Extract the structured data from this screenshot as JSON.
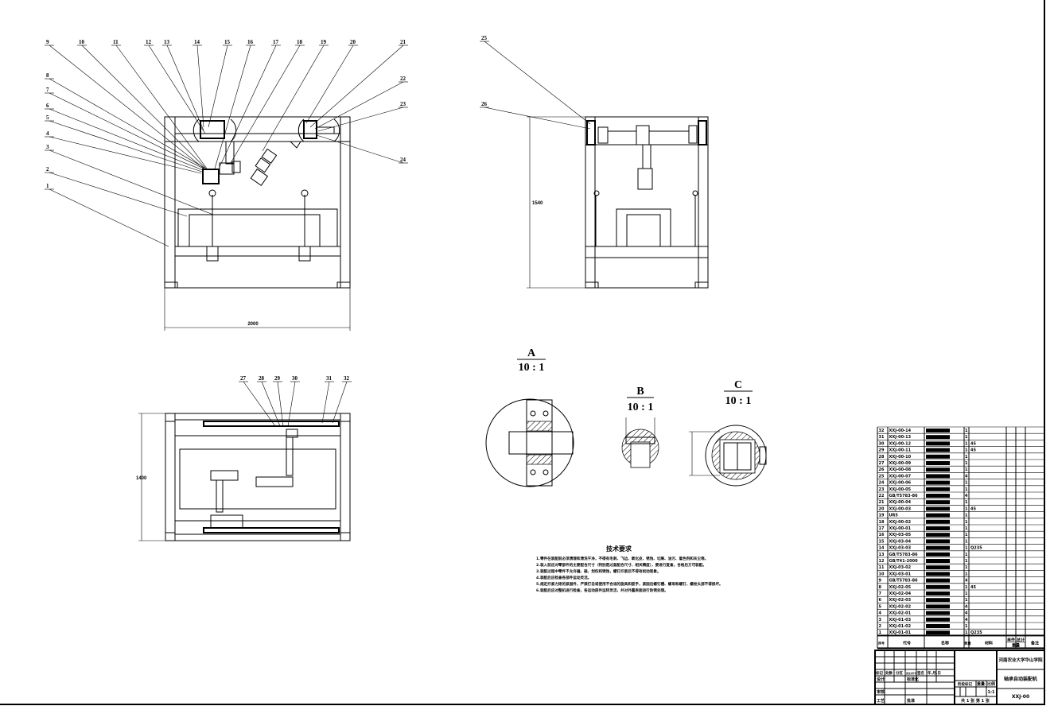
{
  "views": {
    "front": {
      "balloons": [
        "1",
        "2",
        "3",
        "4",
        "5",
        "6",
        "7",
        "8",
        "9",
        "10",
        "11",
        "12",
        "13",
        "14",
        "15",
        "16",
        "17",
        "18",
        "19",
        "20",
        "21",
        "22",
        "23",
        "24"
      ],
      "width_dim": "2000"
    },
    "side": {
      "balloons": [
        "25",
        "26"
      ],
      "height_dim": "1540"
    },
    "top": {
      "balloons": [
        "27",
        "28",
        "29",
        "30",
        "31",
        "32"
      ],
      "depth_dim": "1400"
    }
  },
  "details": [
    {
      "label": "A",
      "scale": "10 : 1"
    },
    {
      "label": "B",
      "scale": "10 : 1"
    },
    {
      "label": "C",
      "scale": "10 : 1"
    }
  ],
  "tech_requirements": {
    "title": "技术要求",
    "lines": [
      "1.零件在装配前必须清理和清洗干净，不得有毛刺、飞边、氧化皮、锈蚀、切屑、油污、着色剂和灰尘等。",
      "2.装入前应对零部件的主要配合尺寸（特别是过盈配合尺寸、相关精度），要进行复查，合格后方可装配。",
      "3.装配过程中零件不允许磕、碰、划伤和锈蚀，螺钉拧紧后不得有松动现象。",
      "4.装配后应检查各部件运动灵活。",
      "5.规定拧紧力矩的紧固件，严禁打击或使用不合适的旋具和扳手，紧固后螺钉槽、螺母和螺钉、螺栓头部不得损坏。",
      "6.装配后应对整机进行检查，各运动部件运转灵活，并对外露表面进行防锈处理。"
    ]
  },
  "parts_list": {
    "rows": [
      {
        "no": "32",
        "code": "XXJ-00-14",
        "qty": "1",
        "mat": ""
      },
      {
        "no": "31",
        "code": "XXJ-00-13",
        "qty": "1",
        "mat": ""
      },
      {
        "no": "30",
        "code": "XXJ-00-12",
        "qty": "1",
        "mat": "45"
      },
      {
        "no": "29",
        "code": "XXJ-00-11",
        "qty": "1",
        "mat": "45"
      },
      {
        "no": "28",
        "code": "XXJ-00-10",
        "qty": "1",
        "mat": ""
      },
      {
        "no": "27",
        "code": "XXJ-00-09",
        "qty": "1",
        "mat": ""
      },
      {
        "no": "26",
        "code": "XXJ-00-08",
        "qty": "1",
        "mat": ""
      },
      {
        "no": "25",
        "code": "XXJ-00-07",
        "qty": "4",
        "mat": ""
      },
      {
        "no": "24",
        "code": "XXJ-00-06",
        "qty": "1",
        "mat": ""
      },
      {
        "no": "23",
        "code": "XXJ-00-05",
        "qty": "1",
        "mat": ""
      },
      {
        "no": "22",
        "code": "GB/T5783-86",
        "qty": "4",
        "mat": ""
      },
      {
        "no": "21",
        "code": "XXJ-00-04",
        "qty": "1",
        "mat": ""
      },
      {
        "no": "20",
        "code": "XXJ-00-03",
        "qty": "1",
        "mat": "45"
      },
      {
        "no": "19",
        "code": "UR5",
        "qty": "1",
        "mat": ""
      },
      {
        "no": "18",
        "code": "XXJ-00-02",
        "qty": "1",
        "mat": ""
      },
      {
        "no": "17",
        "code": "XXJ-00-01",
        "qty": "1",
        "mat": ""
      },
      {
        "no": "16",
        "code": "XXJ-03-05",
        "qty": "1",
        "mat": ""
      },
      {
        "no": "15",
        "code": "XXJ-03-04",
        "qty": "1",
        "mat": ""
      },
      {
        "no": "14",
        "code": "XXJ-03-03",
        "qty": "1",
        "mat": "Q235"
      },
      {
        "no": "13",
        "code": "GB/T5783-86",
        "qty": "1",
        "mat": ""
      },
      {
        "no": "12",
        "code": "GB/T41-2000",
        "qty": "1",
        "mat": ""
      },
      {
        "no": "11",
        "code": "XXJ-03-02",
        "qty": "1",
        "mat": ""
      },
      {
        "no": "10",
        "code": "XXJ-03-01",
        "qty": "1",
        "mat": ""
      },
      {
        "no": "9",
        "code": "GB/T5783-86",
        "qty": "4",
        "mat": ""
      },
      {
        "no": "8",
        "code": "XXJ-02-05",
        "qty": "1",
        "mat": "45"
      },
      {
        "no": "7",
        "code": "XXJ-02-04",
        "qty": "1",
        "mat": ""
      },
      {
        "no": "6",
        "code": "XXJ-02-03",
        "qty": "1",
        "mat": ""
      },
      {
        "no": "5",
        "code": "XXJ-02-02",
        "qty": "4",
        "mat": ""
      },
      {
        "no": "4",
        "code": "XXJ-02-01",
        "qty": "4",
        "mat": ""
      },
      {
        "no": "3",
        "code": "XXJ-01-03",
        "qty": "4",
        "mat": ""
      },
      {
        "no": "2",
        "code": "XXJ-01-02",
        "qty": "1",
        "mat": ""
      },
      {
        "no": "1",
        "code": "XXJ-01-01",
        "qty": "1",
        "mat": "Q235"
      }
    ],
    "header": {
      "no": "序号",
      "code": "代号",
      "name": "名称",
      "qty": "数量",
      "mat": "材料",
      "unit": "单件",
      "total": "总计",
      "weight": "重量",
      "remark": "备注"
    }
  },
  "title_block": {
    "school": "河南农业大学华山学院",
    "drawing_name": "轴承自动装配机",
    "drawing_no": "XXJ-00",
    "scale_label": "比例",
    "scale": "1:1",
    "weight_label": "重量",
    "stage_label": "阶段标记",
    "sheets": "共 1 张  第 1 张",
    "rev_labels": [
      "标记",
      "处数",
      "分区",
      "更改文件号",
      "签名",
      "年.月.日"
    ],
    "design": "设计",
    "standard": "标准化",
    "review": "审核",
    "process": "工艺",
    "approve": "批准"
  }
}
